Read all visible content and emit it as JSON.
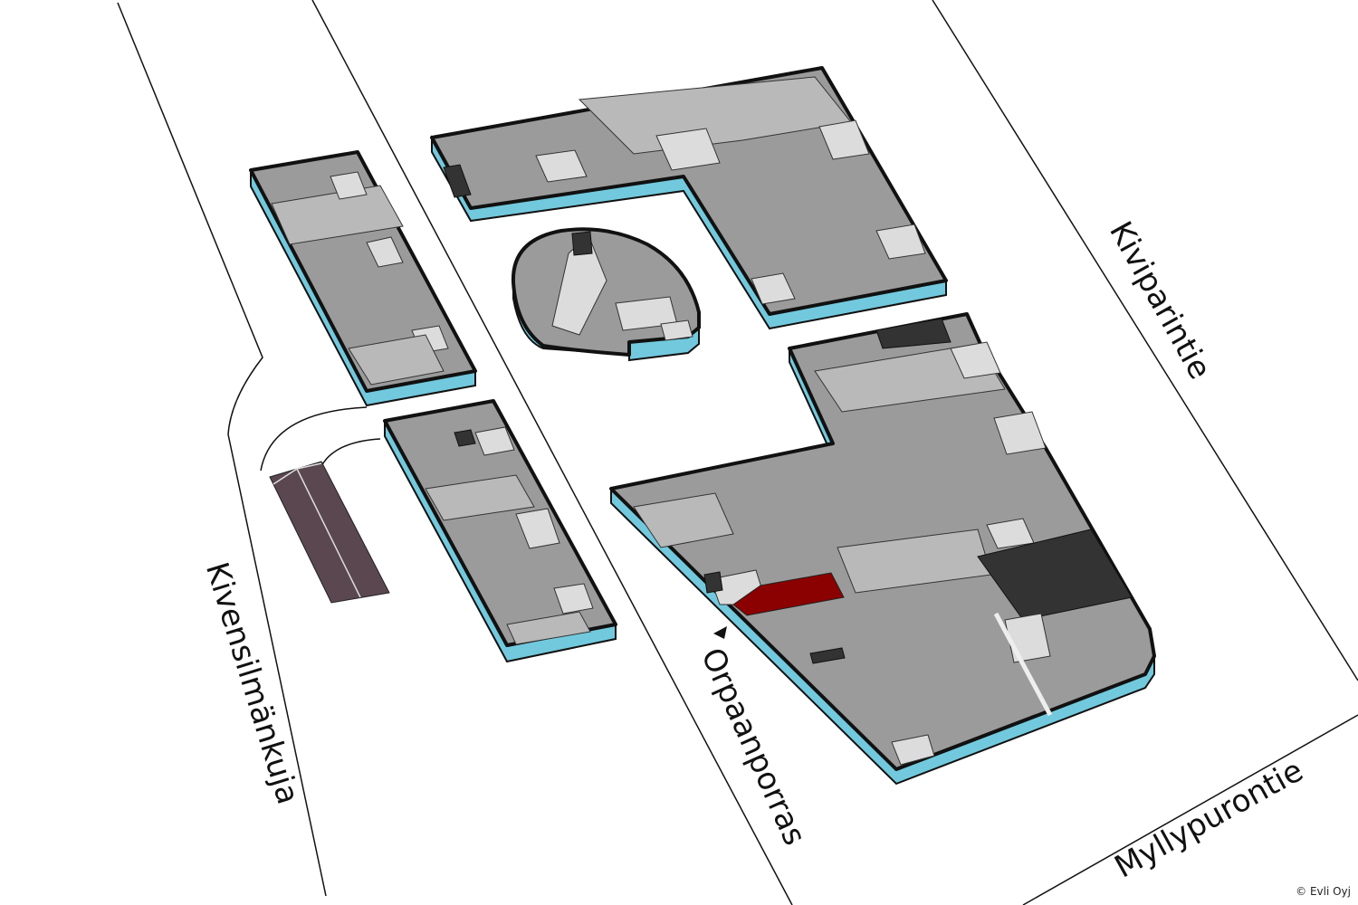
{
  "map": {
    "streets": [
      "Kivensilmänkuja",
      "Orpaanporras",
      "Kiviparintie",
      "Myllypurontie"
    ],
    "copyright": "© Evli Oyj",
    "colors": {
      "highlight": "#8b0000",
      "facade": "#72c9dd",
      "floor": "#9b9b9b",
      "parking": "#5a4750"
    },
    "icons": [
      "elevator-icon",
      "entrance-marker-icon"
    ]
  }
}
